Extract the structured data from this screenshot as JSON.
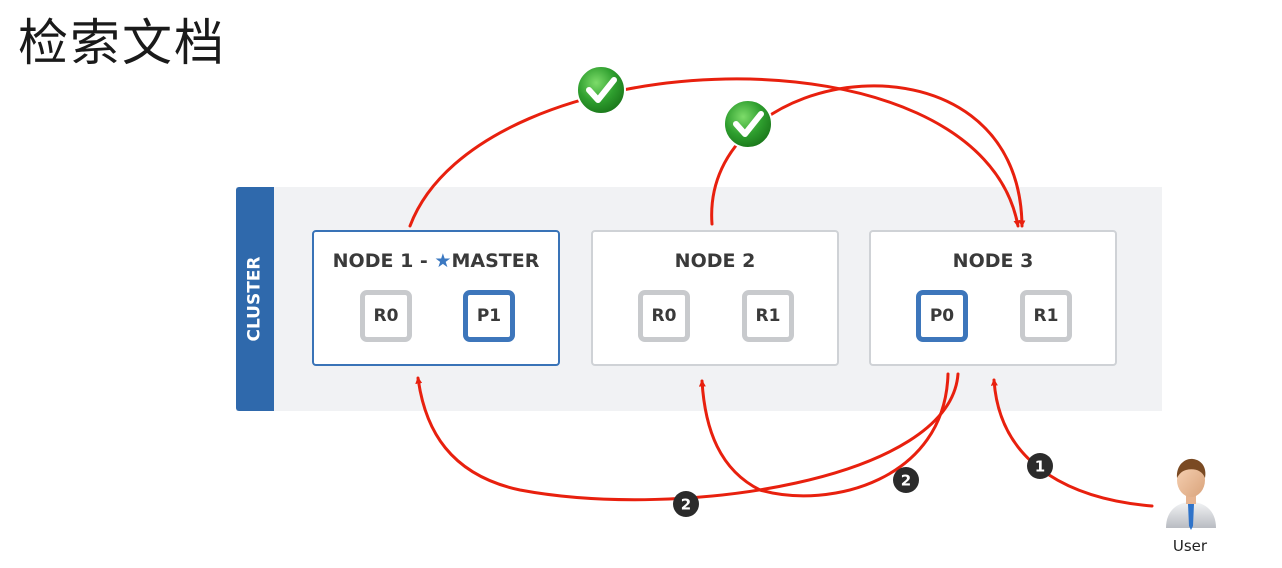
{
  "title": "检索文档",
  "cluster": {
    "label": "CLUSTER"
  },
  "nodes": [
    {
      "title": "NODE 1 - ",
      "master_label": "MASTER",
      "is_master": true,
      "shards": [
        {
          "label": "R0",
          "kind": "replica"
        },
        {
          "label": "P1",
          "kind": "primary"
        }
      ]
    },
    {
      "title": "NODE 2",
      "is_master": false,
      "shards": [
        {
          "label": "R0",
          "kind": "replica"
        },
        {
          "label": "R1",
          "kind": "replica"
        }
      ]
    },
    {
      "title": "NODE 3",
      "is_master": false,
      "shards": [
        {
          "label": "P0",
          "kind": "primary"
        },
        {
          "label": "R1",
          "kind": "replica"
        }
      ]
    }
  ],
  "steps": {
    "step1": "1",
    "step2a": "2",
    "step2b": "2"
  },
  "user": {
    "label": "User"
  },
  "icons": {
    "master": "star-icon",
    "success": "checkmark-icon",
    "user": "user-icon"
  },
  "colors": {
    "arrow": "#e8200e",
    "cluster_bar": "#2f69ac",
    "primary_border": "#3d76bb",
    "replica_border": "#c8cacd",
    "check": "#2e9e2e"
  }
}
